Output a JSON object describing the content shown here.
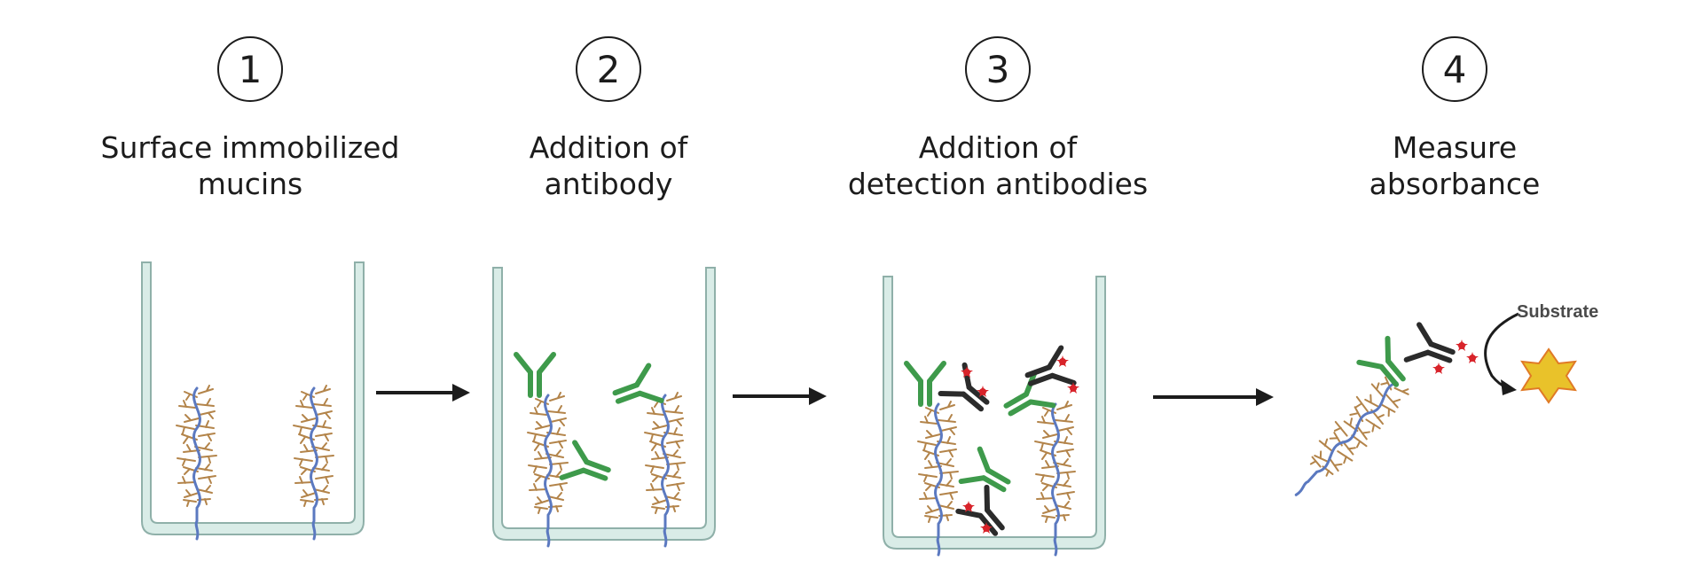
{
  "steps": [
    {
      "number": "1",
      "title_line1": "Surface immobilized",
      "title_line2": "mucins"
    },
    {
      "number": "2",
      "title_line1": "Addition of",
      "title_line2": "antibody"
    },
    {
      "number": "3",
      "title_line1": "Addition of",
      "title_line2": "detection antibodies"
    },
    {
      "number": "4",
      "title_line1": "Measure",
      "title_line2": "absorbance"
    }
  ],
  "substrate_label": "Substrate",
  "colors": {
    "mucin_core": "#5b79c0",
    "glycan": "#b3844a",
    "primary_antibody": "#3e9a4b",
    "detection_antibody": "#2b2b2b",
    "enzyme_label": "#d8232a",
    "well_fill": "#d9ece7",
    "well_stroke": "#8fb0a9",
    "product_star": "#e9c22a",
    "product_star_outline": "#e07a26",
    "arrow": "#1c1c1c"
  },
  "icons": [
    "mucin-molecule",
    "primary-antibody",
    "detection-antibody",
    "enzyme-label",
    "product-star",
    "flow-arrow"
  ]
}
